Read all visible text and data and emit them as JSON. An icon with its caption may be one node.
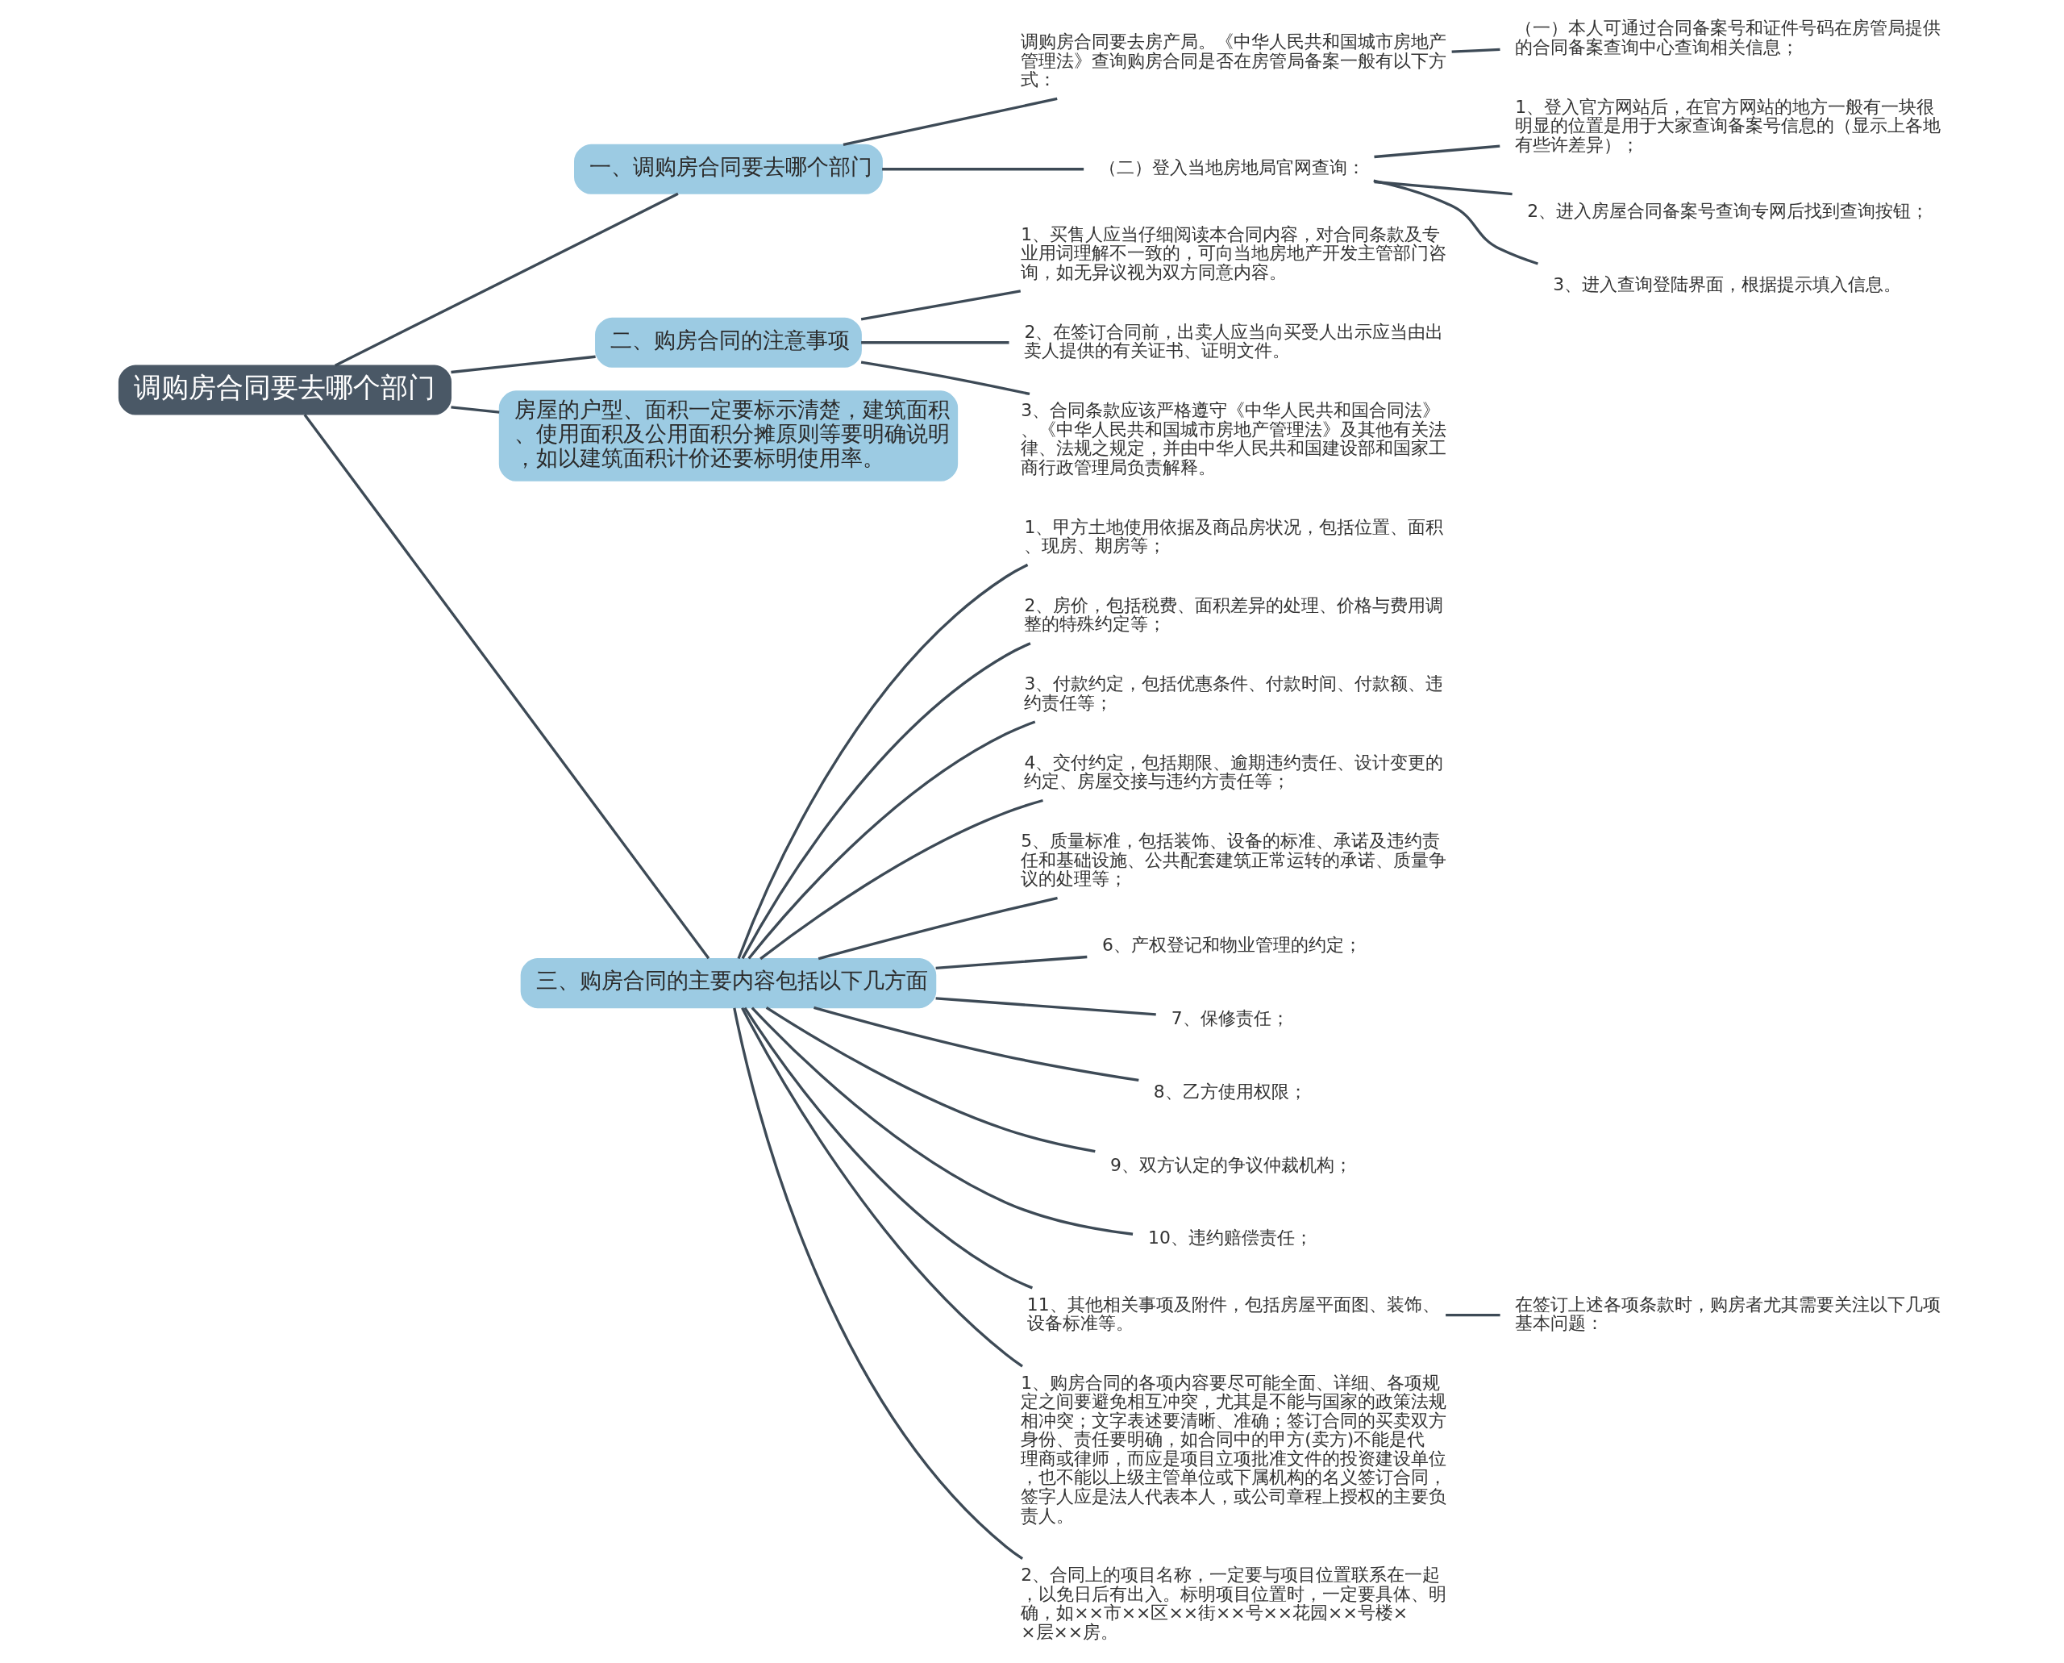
{
  "diagram": {
    "nodes": [
      {
        "text": [
          "调购房合同要去哪个部门"
        ]
      },
      {
        "text": [
          "一、调购房合同要去哪个部门"
        ]
      },
      {
        "text": [
          "调购房合同要去房产局。《中华人民共和国城市房地产管理法》查询购房合同是否在房管局备案一般有以下方式："
        ]
      },
      {
        "text": [
          "（一）本人可通过合同备案号和证件号码在房管局提供的合同备案查询中心查询相关信息；"
        ]
      },
      {
        "text": [
          "（二）登入当地房地局官网查询："
        ]
      },
      {
        "text": [
          "1、登入官方网站后，在官方网站的地方一般有一块很明显的位置是用于大家查询备案号信息的（显示上各地有些许差异）；"
        ]
      },
      {
        "text": [
          "2、进入房屋合同备案号查询专网后找到查询按钮；"
        ]
      },
      {
        "text": [
          "3、进入查询登陆界面，根据提示填入信息。"
        ]
      },
      {
        "text": [
          "二、购房合同的注意事项"
        ]
      },
      {
        "text": [
          "1、买售人应当仔细阅读本合同内容，对合同条款及专业用词理解不一致的，可向当地房地产开发主管部门咨询，如无异议视为双方同意内容。"
        ]
      },
      {
        "text": [
          "2、在签订合同前，出卖人应当向买受人出示应当由出卖人提供的有关证书、证明文件。"
        ]
      },
      {
        "text": [
          "3、合同条款应该严格遵守《中华人民共和国合同法》、《中华人民共和国城市房地产管理法》及其他有关法律、法规之规定，并由中华人民共和国建设部和国家工商行政管理局负责解释。"
        ]
      },
      {
        "text": [
          "房屋的户型、面积一定要标示清楚，建筑面积、使用面积及公用面积分摊原则等要明确说明，如以建筑面积计价还要标明使用率。"
        ]
      },
      {
        "text": [
          "三、购房合同的主要内容包括以下几方面"
        ]
      },
      {
        "text": [
          "1、甲方土地使用依据及商品房状况，包括位置、面积、现房、期房等；"
        ]
      },
      {
        "text": [
          "2、房价，包括税费、面积差异的处理、价格与费用调整的特殊约定等；"
        ]
      },
      {
        "text": [
          "3、付款约定，包括优惠条件、付款时间、付款额、违约责任等；"
        ]
      },
      {
        "text": [
          "4、交付约定，包括期限、逾期违约责任、设计变更的约定、房屋交接与违约方责任等；"
        ]
      },
      {
        "text": [
          "5、质量标准，包括装饰、设备的标准、承诺及违约责任和基础设施、公共配套建筑正常运转的承诺、质量争议的处理等；"
        ]
      },
      {
        "text": [
          "6、产权登记和物业管理的约定；"
        ]
      },
      {
        "text": [
          "7、保修责任；"
        ]
      },
      {
        "text": [
          "8、乙方使用权限；"
        ]
      },
      {
        "text": [
          "9、双方认定的争议仲裁机构；"
        ]
      },
      {
        "text": [
          "10、违约赔偿责任；"
        ]
      },
      {
        "text": [
          "11、其他相关事项及附件，包括房屋平面图、装饰、设备标准等。"
        ]
      },
      {
        "text": [
          "在签订上述各项条款时，购房者尤其需要关注以下几项基本问题："
        ]
      },
      {
        "text": [
          "1、购房合同的各项内容要尽可能全面、详细、各项规定之间要避免相互冲突，尤其是不能与国家的政策法规相冲突；文字表述要清晰、准确；签订合同的买卖双方身份、责任要明确，如合同中的甲方(卖方)不能是代理商或律师，而应是项目立项批准文件的投资建设单位，也不能以上级主管单位或下属机构的名义签订合同，签字人应是法人代表本人，或公司章程上授权的主要负责人。"
        ]
      },
      {
        "text": [
          "2、合同上的项目名称，一定要与项目位置联系在一起，以免日后有出入。标明项目位置时，一定要具体、明确，如××市××区××街××号××花园××号楼××层××房。"
        ]
      }
    ],
    "edges": [
      {
        "from": 0,
        "to": 1,
        "arrow": "none"
      },
      {
        "from": 1,
        "to": 2,
        "arrow": "none"
      },
      {
        "from": 2,
        "to": 3,
        "arrow": "none"
      },
      {
        "from": 1,
        "to": 4,
        "arrow": "none"
      },
      {
        "from": 4,
        "to": 5,
        "arrow": "none"
      },
      {
        "from": 4,
        "to": 6,
        "arrow": "none"
      },
      {
        "from": 4,
        "to": 7,
        "arrow": "none"
      },
      {
        "from": 0,
        "to": 8,
        "arrow": "none"
      },
      {
        "from": 8,
        "to": 9,
        "arrow": "none"
      },
      {
        "from": 8,
        "to": 10,
        "arrow": "none"
      },
      {
        "from": 8,
        "to": 11,
        "arrow": "none"
      },
      {
        "from": 0,
        "to": 12,
        "arrow": "none"
      },
      {
        "from": 0,
        "to": 13,
        "arrow": "none"
      },
      {
        "from": 13,
        "to": 14,
        "arrow": "none"
      },
      {
        "from": 13,
        "to": 15,
        "arrow": "none"
      },
      {
        "from": 13,
        "to": 16,
        "arrow": "none"
      },
      {
        "from": 13,
        "to": 17,
        "arrow": "none"
      },
      {
        "from": 13,
        "to": 18,
        "arrow": "none"
      },
      {
        "from": 13,
        "to": 19,
        "arrow": "none"
      },
      {
        "from": 13,
        "to": 20,
        "arrow": "none"
      },
      {
        "from": 13,
        "to": 21,
        "arrow": "none"
      },
      {
        "from": 13,
        "to": 22,
        "arrow": "none"
      },
      {
        "from": 13,
        "to": 23,
        "arrow": "none"
      },
      {
        "from": 13,
        "to": 24,
        "arrow": "none"
      },
      {
        "from": 24,
        "to": 25,
        "arrow": "none"
      },
      {
        "from": 13,
        "to": 26,
        "arrow": "none"
      },
      {
        "from": 13,
        "to": 27,
        "arrow": "none"
      }
    ]
  }
}
